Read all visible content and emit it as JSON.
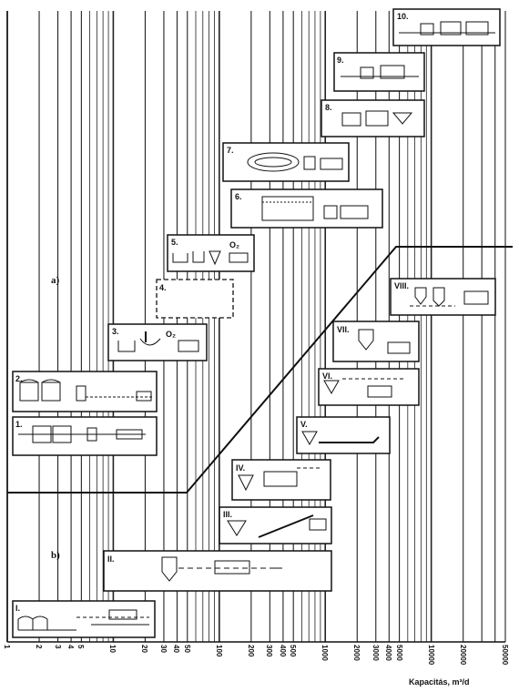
{
  "x_axis": {
    "label": "Kapacitás, m³/d",
    "tick_labels": [
      "1",
      "2",
      "3",
      "4",
      "5",
      "10",
      "20",
      "30",
      "40",
      "50",
      "100",
      "200",
      "300",
      "400",
      "500",
      "1000",
      "2000",
      "3000",
      "4000",
      "5000",
      "10000",
      "20000",
      "50000"
    ]
  },
  "groups": {
    "a": "a)",
    "b": "b)"
  },
  "schemes_a": [
    {
      "label": "1."
    },
    {
      "label": "2."
    },
    {
      "label": "3."
    },
    {
      "label": "4."
    },
    {
      "label": "5."
    },
    {
      "label": "6."
    },
    {
      "label": "7."
    },
    {
      "label": "8."
    },
    {
      "label": "9."
    },
    {
      "label": "10."
    }
  ],
  "schemes_b": [
    {
      "label": "I."
    },
    {
      "label": "II."
    },
    {
      "label": "III."
    },
    {
      "label": "IV."
    },
    {
      "label": "V."
    },
    {
      "label": "VI."
    },
    {
      "label": "VII."
    },
    {
      "label": "VIII."
    }
  ],
  "inline_marks": {
    "o2_a": "O₂",
    "o2_b": "O₂"
  }
}
